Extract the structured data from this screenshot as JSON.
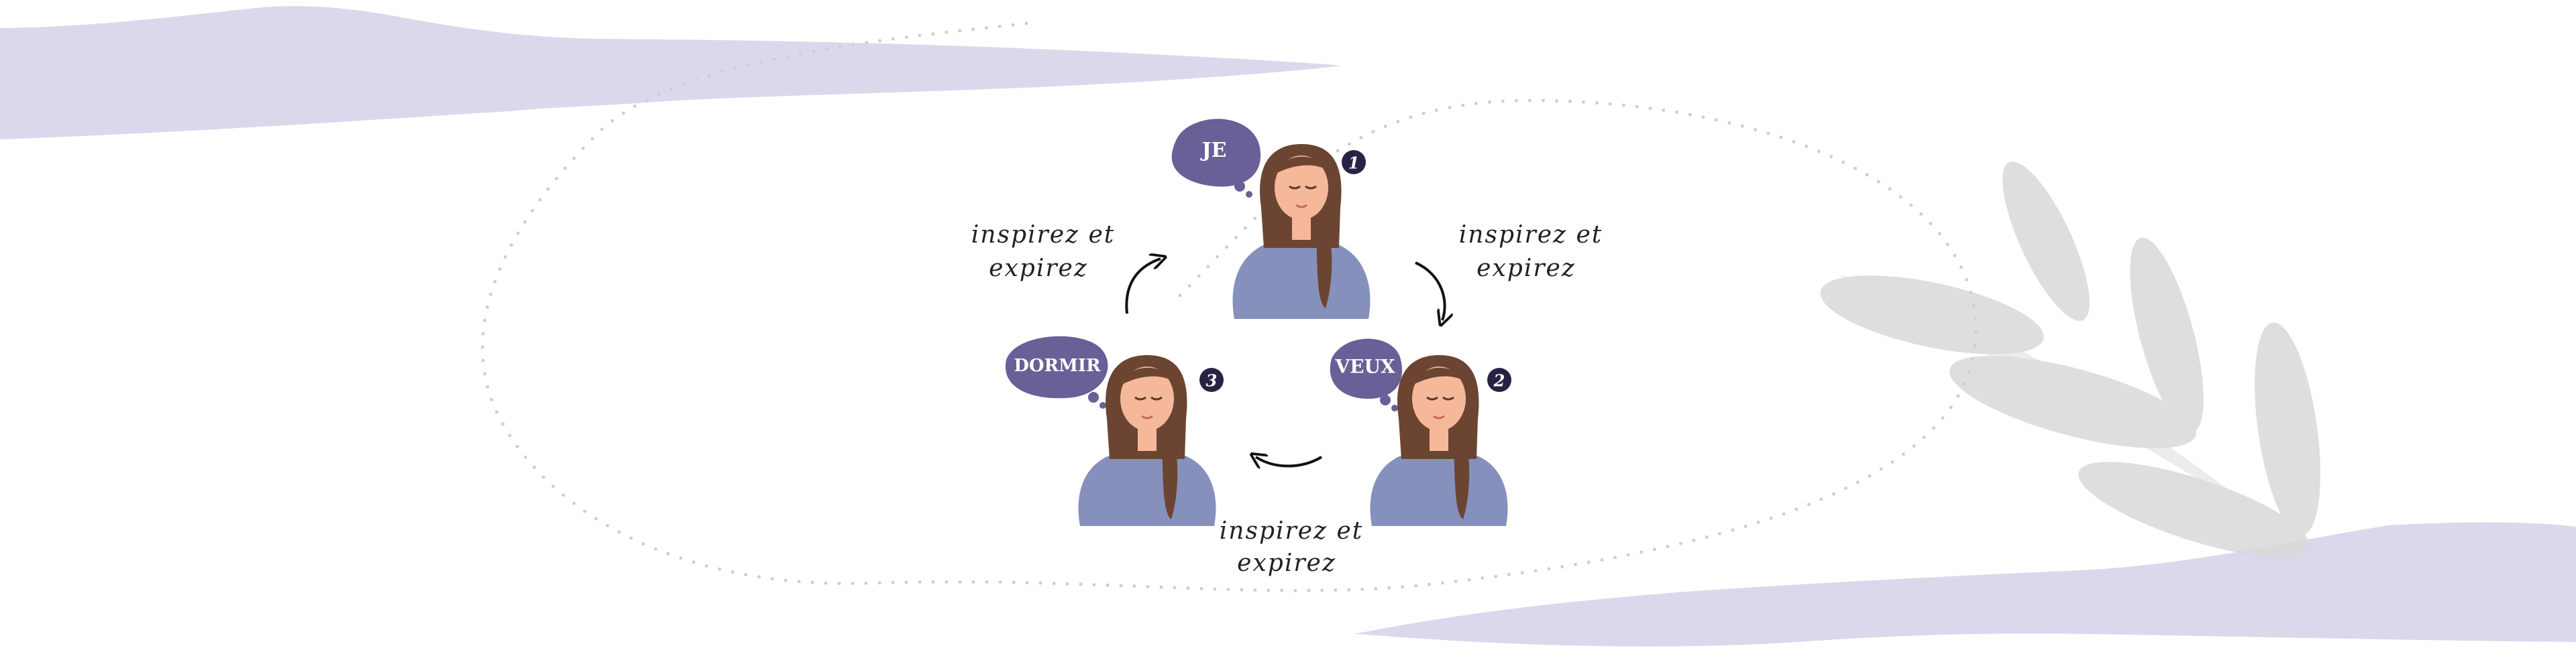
{
  "steps": [
    {
      "word": "JE",
      "number": "1"
    },
    {
      "word": "VEUX",
      "number": "2"
    },
    {
      "word": "DORMIR",
      "number": "3"
    }
  ],
  "captions": [
    {
      "line1": "inspirez et",
      "line2": "expirez"
    },
    {
      "line1": "inspirez et",
      "line2": "expirez"
    },
    {
      "line1": "inspirez et",
      "line2": "expirez"
    }
  ],
  "colors": {
    "bubble": "#6A5F96",
    "number_badge": "#2A2244",
    "brush_stroke": "#DCD8EC",
    "shirt": "#8690BC",
    "hair": "#6B4531",
    "skin": "#F6B89B",
    "leaf_shadow": "#D9D9D9",
    "dots": "#CFCFCF"
  },
  "icons": [
    "person-icon",
    "thought-bubble-icon",
    "arrow-icon",
    "leaf-shadow-icon"
  ]
}
